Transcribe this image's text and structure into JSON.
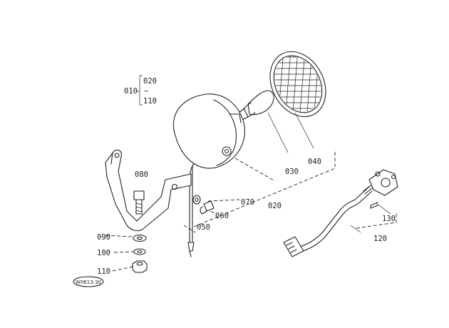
{
  "diagram": {
    "group_range": {
      "parent": "010",
      "top": "020",
      "tilde": "~",
      "bottom": "110"
    },
    "parts": [
      {
        "id": "p020",
        "label": "020"
      },
      {
        "id": "p030",
        "label": "030"
      },
      {
        "id": "p040",
        "label": "040"
      },
      {
        "id": "p050",
        "label": "050"
      },
      {
        "id": "p060",
        "label": "060"
      },
      {
        "id": "p070",
        "label": "070"
      },
      {
        "id": "p080",
        "label": "080"
      },
      {
        "id": "p090",
        "label": "090"
      },
      {
        "id": "p100",
        "label": "100"
      },
      {
        "id": "p110",
        "label": "110"
      },
      {
        "id": "p120",
        "label": "120"
      },
      {
        "id": "p130",
        "label": "130"
      }
    ],
    "figure_code": "W0613-30"
  }
}
